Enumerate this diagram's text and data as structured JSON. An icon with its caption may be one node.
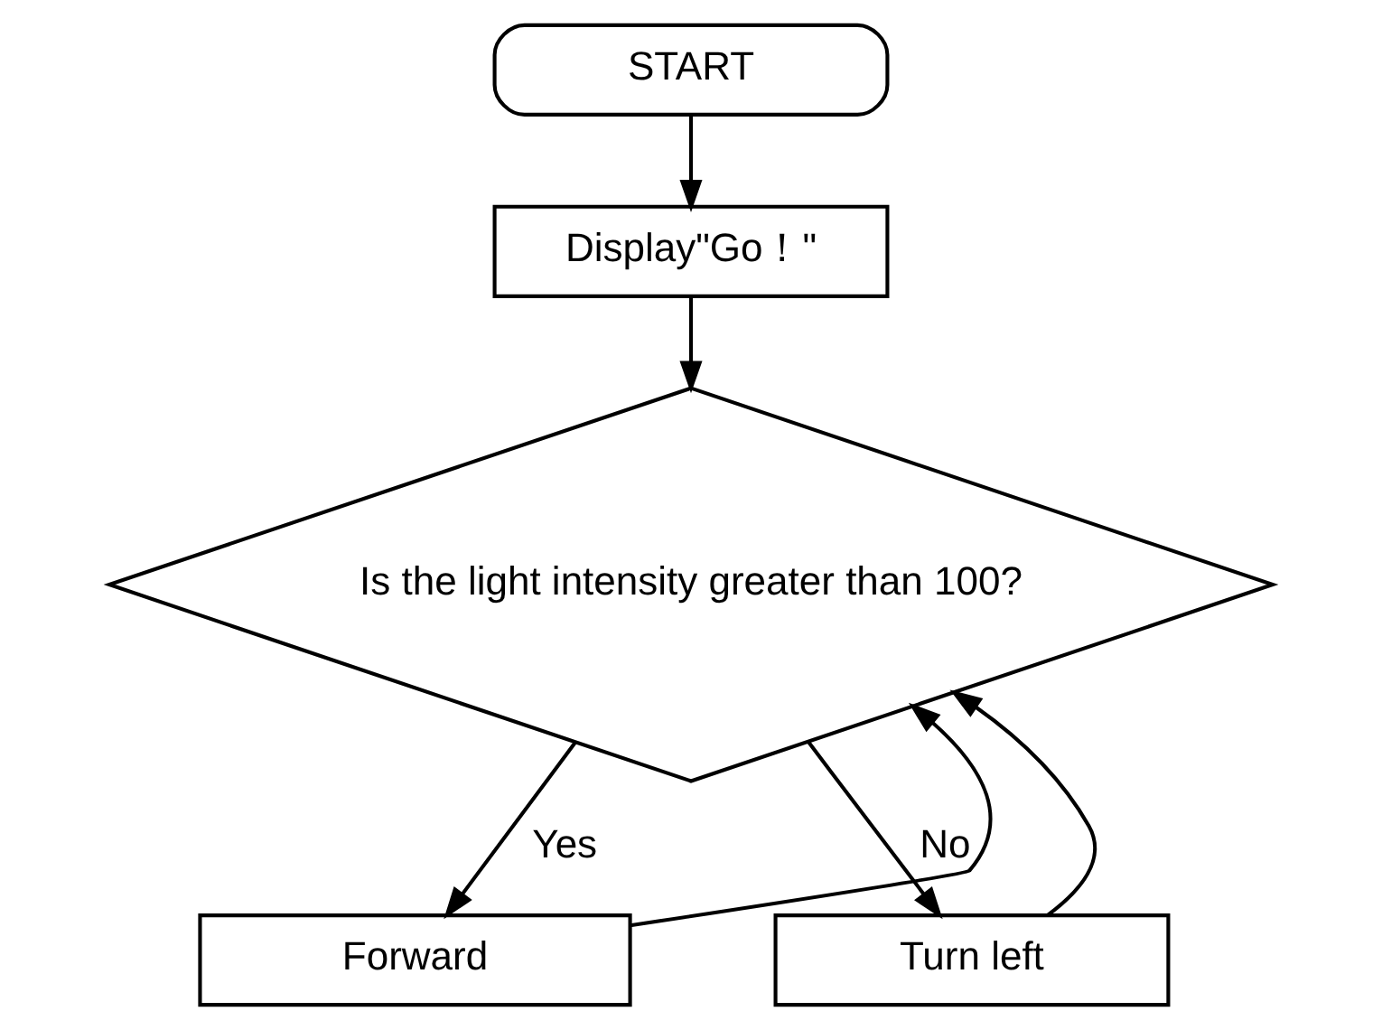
{
  "diagram": {
    "nodes": [
      {
        "text": [
          "START"
        ]
      },
      {
        "text": [
          "Display\"Go！\""
        ]
      },
      {
        "text": [
          "Is the light intensity greater than 100?"
        ]
      },
      {
        "text": [
          "Forward"
        ]
      },
      {
        "text": [
          "Turn left"
        ]
      }
    ],
    "edges": [
      {
        "from": 0,
        "to": 1,
        "arrow": "to"
      },
      {
        "from": 1,
        "to": 2,
        "arrow": "to"
      },
      {
        "from": 2,
        "to": 3,
        "arrow": "to",
        "label": "Yes"
      },
      {
        "from": 2,
        "to": 4,
        "arrow": "to",
        "label": "No"
      },
      {
        "from": 3,
        "to": 2,
        "arrow": "to"
      },
      {
        "from": 4,
        "to": 2,
        "arrow": "to"
      }
    ]
  }
}
